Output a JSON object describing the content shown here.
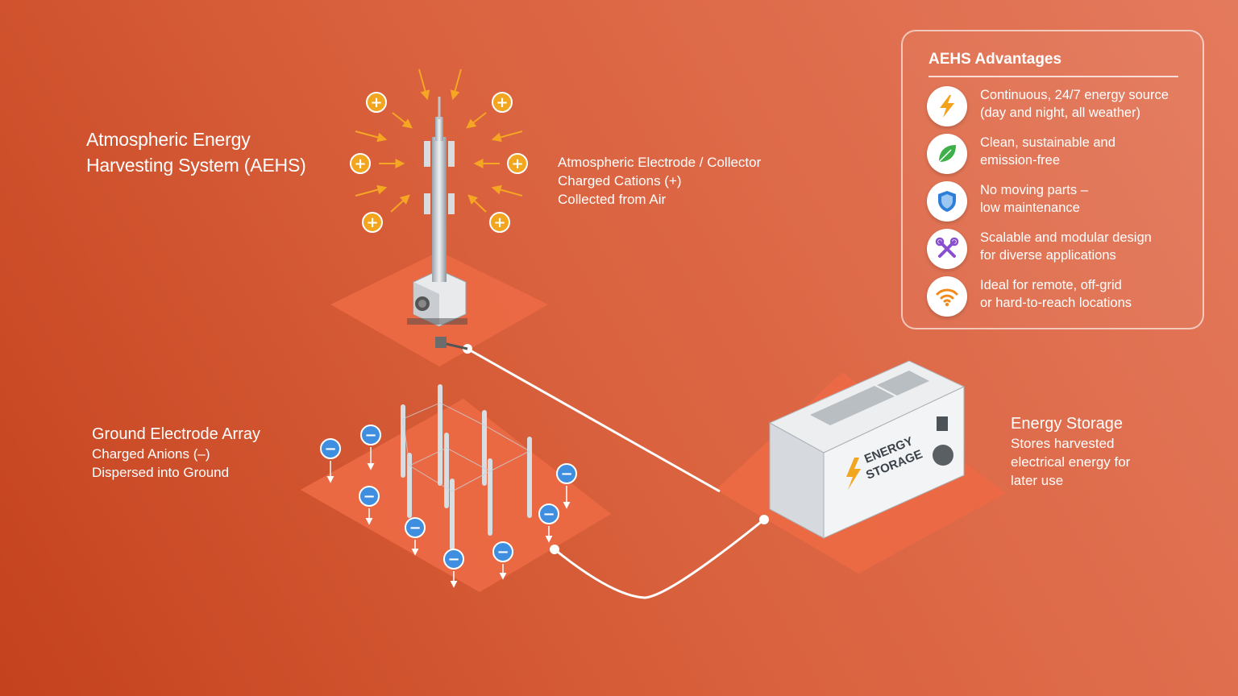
{
  "title": {
    "line1": "Atmospheric Energy",
    "line2": "Harvesting System (AEHS)"
  },
  "collector": {
    "line1": "Atmospheric Electrode / Collector",
    "line2": "Charged Cations (+)",
    "line3": "Collected from Air"
  },
  "ground": {
    "line1": "Ground Electrode Array",
    "line2": "Charged Anions (–)",
    "line3": "Dispersed into Ground"
  },
  "storage": {
    "line1": "Energy Storage",
    "line2": "Stores harvested",
    "line3": "electrical energy for",
    "line4": "later use",
    "container_text1": "ENERGY",
    "container_text2": "STORAGE"
  },
  "advantages": {
    "title": "AEHS Advantages",
    "items": [
      {
        "icon": "lightning-icon",
        "color": "#f2a31b",
        "line1": "Continuous, 24/7 energy source",
        "line2": "(day and night, all weather)"
      },
      {
        "icon": "leaf-icon",
        "color": "#3faf4a",
        "line1": "Clean, sustainable and",
        "line2": "emission-free"
      },
      {
        "icon": "shield-icon",
        "color": "#2e7fd8",
        "line1": "No moving parts –",
        "line2": "low maintenance"
      },
      {
        "icon": "tools-icon",
        "color": "#8a4fd1",
        "line1": "Scalable and modular design",
        "line2": "for diverse applications"
      },
      {
        "icon": "signal-icon",
        "color": "#f28a1b",
        "line1": "Ideal for remote, off-grid",
        "line2": "or hard-to-reach locations"
      }
    ]
  },
  "colors": {
    "background_start": "#c4421d",
    "background_end": "#e47a5d",
    "platform": "#ec6a45",
    "cation": "#f2a51e",
    "anion": "#3f8ee0",
    "cable": "#ffffff"
  },
  "symbols": {
    "cation": "+",
    "anion": "−"
  }
}
